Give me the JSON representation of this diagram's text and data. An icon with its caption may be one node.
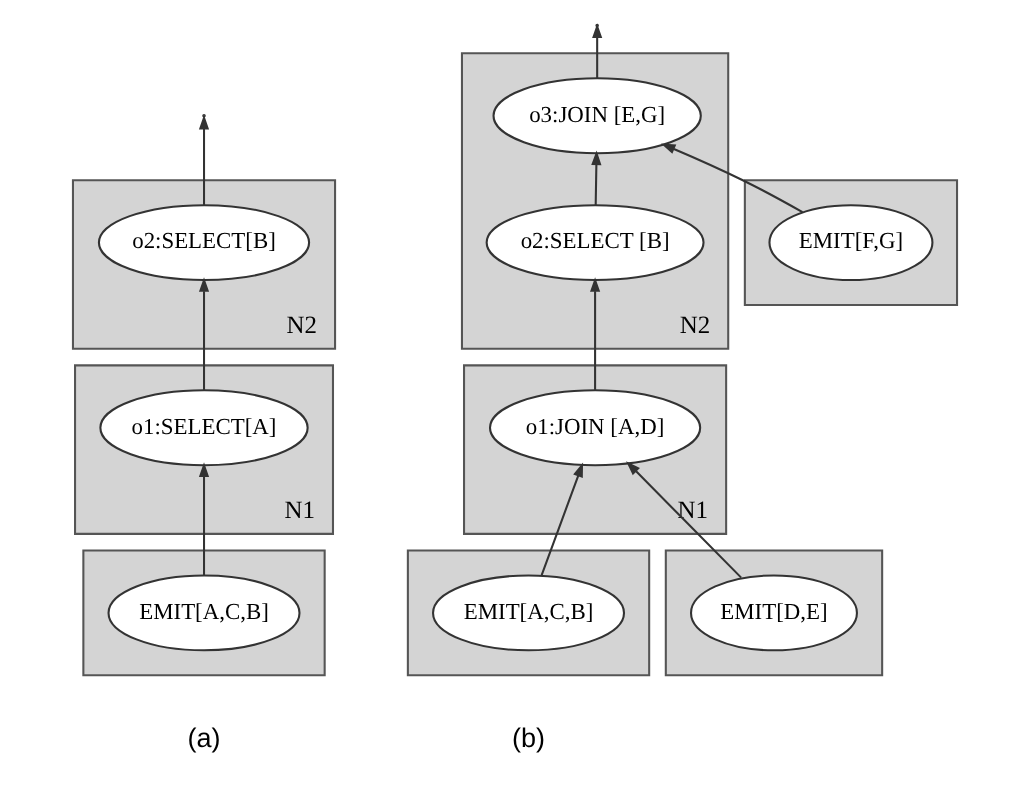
{
  "diagram": {
    "nodes": [
      {
        "text": [
          "N2"
        ]
      },
      {
        "text": [
          "o2:SELECT[B]"
        ],
        "in": 0
      },
      {
        "text": [
          "N1"
        ]
      },
      {
        "text": [
          "o1:SELECT[A]"
        ],
        "in": 2
      },
      {
        "text": [],
        "shape": "box"
      },
      {
        "text": [
          "EMIT[A,C,B]"
        ],
        "in": 4
      },
      {
        "text": [
          "N2"
        ]
      },
      {
        "text": [
          "o3:JOIN [E,G]"
        ],
        "in": 6
      },
      {
        "text": [
          "o2:SELECT [B]"
        ],
        "in": 6
      },
      {
        "text": [],
        "shape": "box"
      },
      {
        "text": [
          "EMIT[F,G]"
        ],
        "in": 9
      },
      {
        "text": [
          "N1"
        ]
      },
      {
        "text": [
          "o1:JOIN [A,D]"
        ],
        "in": 11
      },
      {
        "text": [],
        "shape": "box"
      },
      {
        "text": [
          "EMIT[A,C,B]"
        ],
        "in": 13
      },
      {
        "text": [],
        "shape": "box"
      },
      {
        "text": [
          "EMIT[D,E]"
        ],
        "in": 15
      }
    ],
    "edges": [
      {
        "from": 5,
        "to": 3,
        "arrow": "to"
      },
      {
        "from": 3,
        "to": 1,
        "arrow": "to"
      },
      {
        "from": 1,
        "to": null,
        "arrow": "to"
      },
      {
        "from": 14,
        "to": 12,
        "arrow": "to"
      },
      {
        "from": 16,
        "to": 12,
        "arrow": "to"
      },
      {
        "from": 12,
        "to": 8,
        "arrow": "to"
      },
      {
        "from": 8,
        "to": 7,
        "arrow": "to"
      },
      {
        "from": 10,
        "to": 7,
        "arrow": "to"
      },
      {
        "from": 7,
        "to": null,
        "arrow": "to"
      }
    ],
    "labels": [
      "(a)",
      "(b)"
    ]
  }
}
